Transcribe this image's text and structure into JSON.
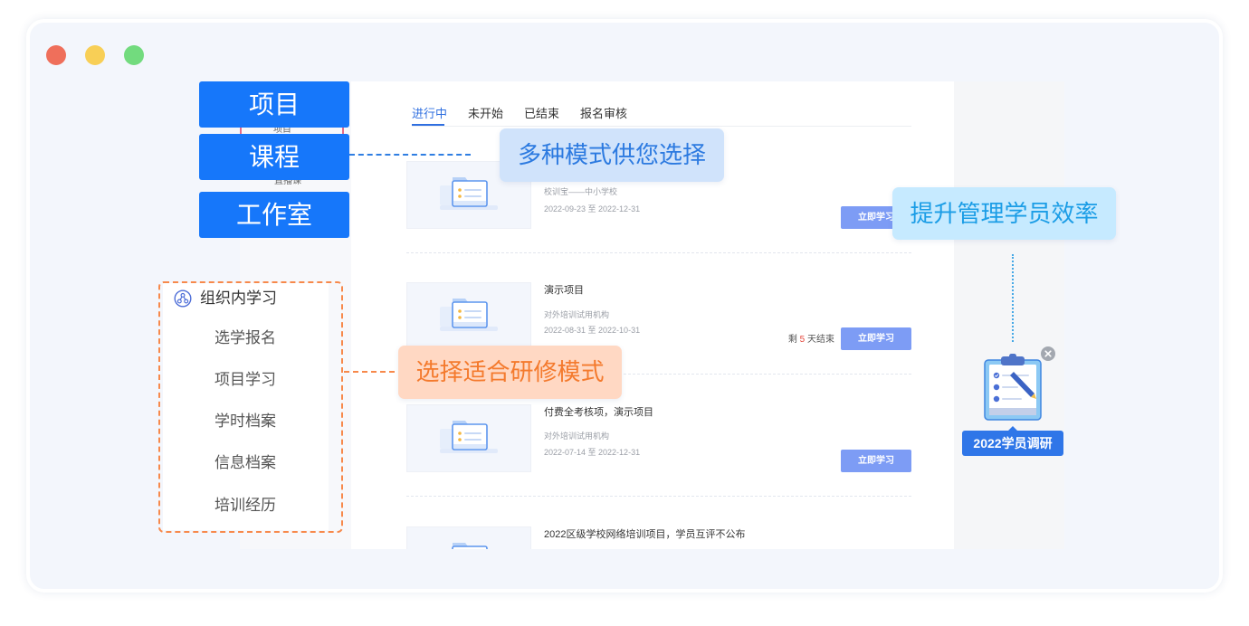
{
  "window": {
    "controls": [
      "#ef6f5b",
      "#f8cf56",
      "#72db7e"
    ]
  },
  "colors": {
    "brand": "#1677fa",
    "tab_active": "#2f6fe0",
    "button": "#7d9cf5",
    "countdown": "#e5483d",
    "survey": "#2f76e8"
  },
  "side_tabs": [
    {
      "label": "项目"
    },
    {
      "label": "课程"
    },
    {
      "label": "工作室"
    }
  ],
  "back_nav": {
    "item_project": "项目",
    "item_live": "直播课"
  },
  "tabs": [
    {
      "label": "进行中",
      "active": true
    },
    {
      "label": "未开始",
      "active": false
    },
    {
      "label": "已结束",
      "active": false
    },
    {
      "label": "报名审核",
      "active": false
    }
  ],
  "cards": [
    {
      "thumbnail_icon": "folder-document-icon",
      "org": "校训宝——中小学校",
      "date": "2022-09-23 至 2022-12-31",
      "button": "立即学习"
    },
    {
      "thumbnail_icon": "folder-document-icon",
      "title": "演示项目",
      "org": "对外培训试用机构",
      "date": "2022-08-31 至 2022-10-31",
      "remaining": {
        "prefix": "剩",
        "days": "5",
        "suffix": "天结束"
      },
      "button": "立即学习"
    },
    {
      "thumbnail_icon": "folder-document-icon",
      "title": "付费全考核项，演示项目",
      "org": "对外培训试用机构",
      "date": "2022-07-14 至 2022-12-31",
      "button": "立即学习"
    },
    {
      "thumbnail_icon": "folder-document-icon",
      "title": "2022区级学校网络培训项目，学员互评不公布"
    }
  ],
  "callouts": {
    "modes": "多种模式供您选择",
    "management": "提升管理学员效率",
    "choose": "选择适合研修模式"
  },
  "menu": {
    "header": {
      "icon": "org-structure-icon",
      "label": "组织内学习"
    },
    "items": [
      {
        "label": "选学报名"
      },
      {
        "label": "项目学习"
      },
      {
        "label": "学时档案"
      },
      {
        "label": "信息档案"
      },
      {
        "label": "培训经历"
      }
    ]
  },
  "survey": {
    "icon": "clipboard-survey-icon",
    "close_icon": "close-icon",
    "label": "2022学员调研"
  }
}
